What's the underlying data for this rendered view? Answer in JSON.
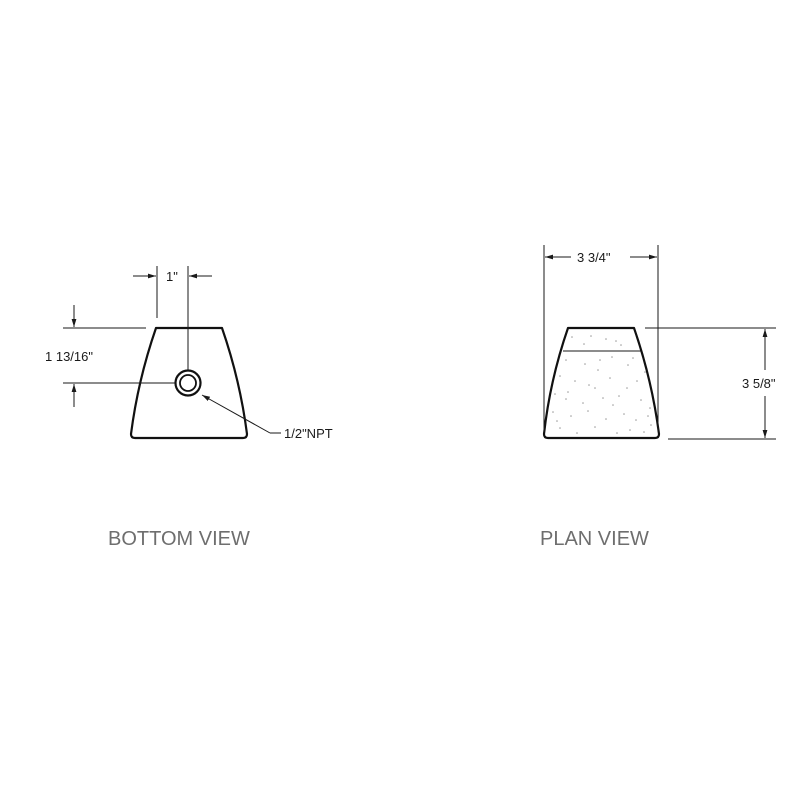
{
  "drawing": {
    "views": [
      {
        "id": "bottom",
        "label": "BOTTOM VIEW",
        "dimensions": {
          "width_offset": "1\"",
          "height_offset": "1 13/16\""
        },
        "callout": "1/2\"NPT"
      },
      {
        "id": "plan",
        "label": "PLAN VIEW",
        "dimensions": {
          "width": "3 3/4\"",
          "height": "3 5/8\""
        }
      }
    ],
    "colors": {
      "line": "#111111",
      "label": "#6e6e6e",
      "background": "#ffffff"
    }
  }
}
